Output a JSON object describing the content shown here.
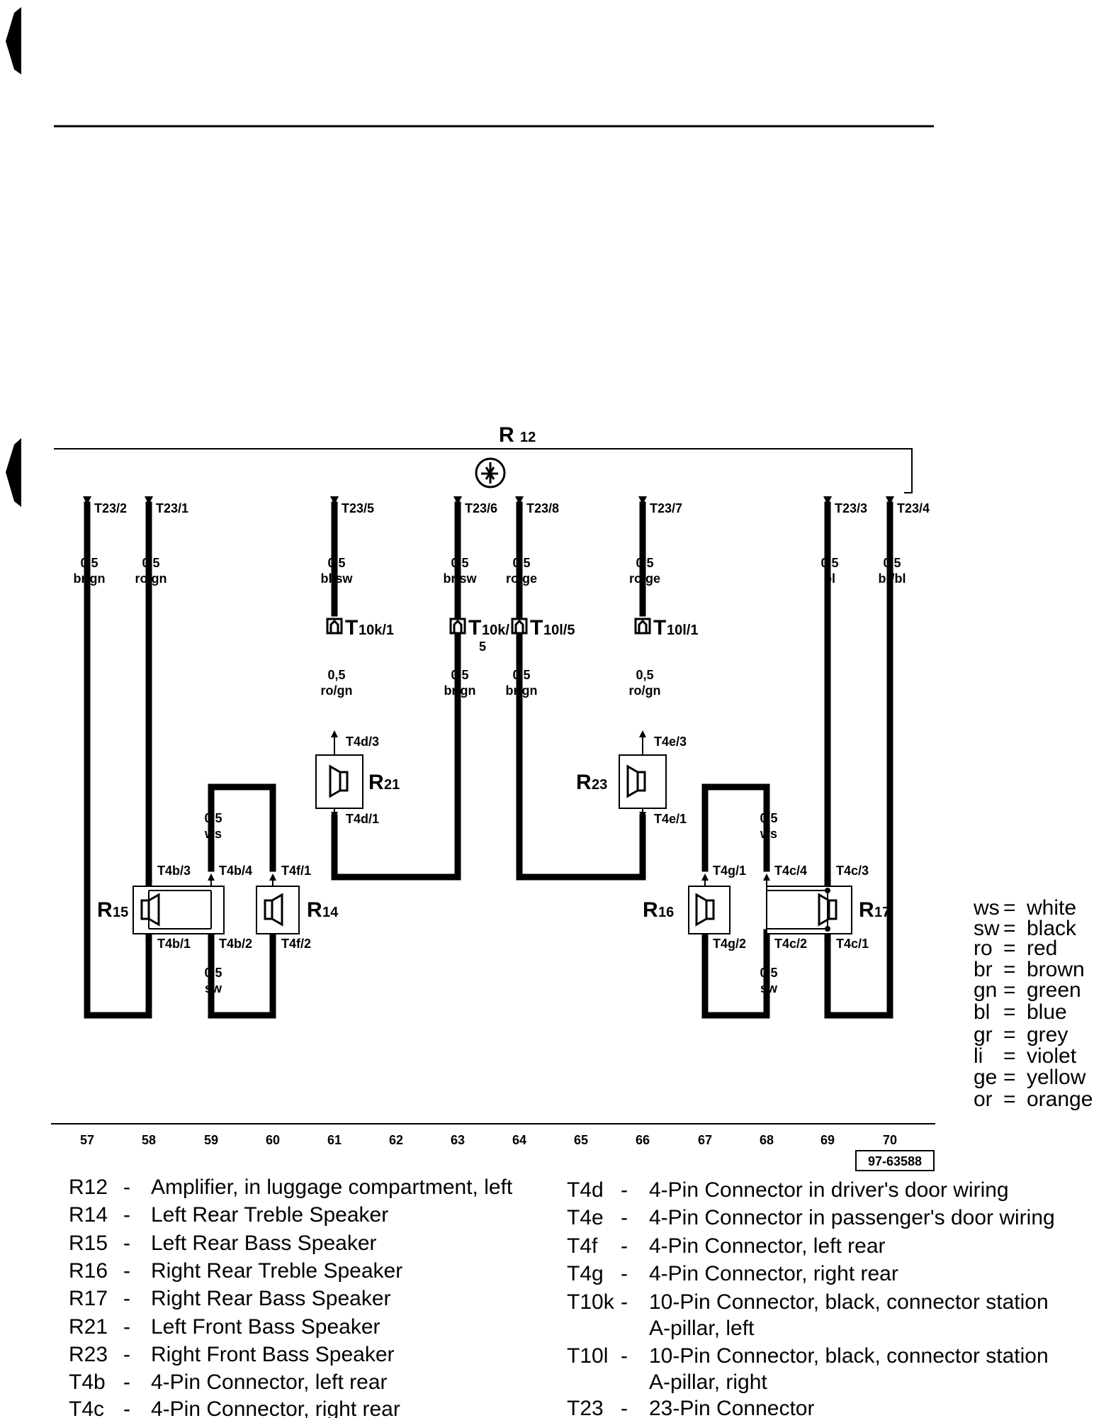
{
  "amplifier": {
    "letter": "R",
    "sub": "12"
  },
  "pins": {
    "t23_2": "T23/2",
    "t23_1": "T23/1",
    "t23_5": "T23/5",
    "t23_6": "T23/6",
    "t23_8": "T23/8",
    "t23_7": "T23/7",
    "t23_3": "T23/3",
    "t23_4": "T23/4",
    "t4d_3": "T4d/3",
    "t4d_1": "T4d/1",
    "t4e_3": "T4e/3",
    "t4e_1": "T4e/1",
    "t4b_3": "T4b/3",
    "t4b_4": "T4b/4",
    "t4b_1": "T4b/1",
    "t4b_2": "T4b/2",
    "t4f_1": "T4f/1",
    "t4f_2": "T4f/2",
    "t4g_1": "T4g/1",
    "t4g_2": "T4g/2",
    "t4c_4": "T4c/4",
    "t4c_3": "T4c/3",
    "t4c_2": "T4c/2",
    "t4c_1": "T4c/1"
  },
  "connectors": {
    "t10k_1": {
      "big": "T",
      "small": "10k/1"
    },
    "t10k_5": {
      "big": "T",
      "small": "10k/",
      "small2": "5"
    },
    "t10l_5": {
      "big": "T",
      "small": "10l/5"
    },
    "t10l_1": {
      "big": "T",
      "small": "10l/1"
    }
  },
  "wires": {
    "size": "0,5",
    "c57_top": "br/gn",
    "c58_top": "ro/gn",
    "c61_top": "bl/sw",
    "c63_top": "br/sw",
    "c64_top": "ro/ge",
    "c66_top": "ro/ge",
    "c69_top": "bl",
    "c70_top": "br/bl",
    "c61_mid": "ro/gn",
    "c63_mid": "br/gn",
    "c64_mid": "br/gn",
    "c66_mid": "ro/gn",
    "ws": "ws",
    "sw": "sw"
  },
  "speakers": {
    "r21": {
      "letter": "R",
      "sub": "21"
    },
    "r23": {
      "letter": "R",
      "sub": "23"
    },
    "r15": {
      "letter": "R",
      "sub": "15"
    },
    "r14": {
      "letter": "R",
      "sub": "14"
    },
    "r16": {
      "letter": "R",
      "sub": "16"
    },
    "r17": {
      "letter": "R",
      "sub": "17"
    }
  },
  "color_legend": [
    {
      "code": "ws",
      "name": "white"
    },
    {
      "code": "sw",
      "name": "black"
    },
    {
      "code": "ro",
      "name": "red"
    },
    {
      "code": "br",
      "name": "brown"
    },
    {
      "code": "gn",
      "name": "green"
    },
    {
      "code": "bl",
      "name": "blue"
    },
    {
      "code": "gr",
      "name": "grey"
    },
    {
      "code": "li",
      "name": "violet"
    },
    {
      "code": "ge",
      "name": "yellow"
    },
    {
      "code": "or",
      "name": "orange"
    }
  ],
  "current_tracks": [
    "57",
    "58",
    "59",
    "60",
    "61",
    "62",
    "63",
    "64",
    "65",
    "66",
    "67",
    "68",
    "69",
    "70"
  ],
  "figure_id": "97-63588",
  "legend_left": [
    {
      "code": "R12",
      "desc": "Amplifier, in luggage compartment, left"
    },
    {
      "code": "R14",
      "desc": "Left Rear Treble Speaker"
    },
    {
      "code": "R15",
      "desc": "Left Rear Bass Speaker"
    },
    {
      "code": "R16",
      "desc": "Right Rear Treble Speaker"
    },
    {
      "code": "R17",
      "desc": "Right Rear Bass Speaker"
    },
    {
      "code": "R21",
      "desc": "Left Front Bass Speaker"
    },
    {
      "code": "R23",
      "desc": "Right Front Bass Speaker"
    },
    {
      "code": "T4b",
      "desc": "4-Pin Connector, left rear"
    },
    {
      "code": "T4c",
      "desc": "4-Pin Connector, right rear"
    }
  ],
  "legend_right": [
    {
      "code": "T4d",
      "desc": "4-Pin Connector in driver's door wiring",
      "desc2": ""
    },
    {
      "code": "T4e",
      "desc": "4-Pin Connector in passenger's door wiring",
      "desc2": ""
    },
    {
      "code": "T4f",
      "desc": "4-Pin Connector, left rear",
      "desc2": ""
    },
    {
      "code": "T4g",
      "desc": "4-Pin Connector, right rear",
      "desc2": ""
    },
    {
      "code": "T10k",
      "desc": "10-Pin Connector, black, connector station",
      "desc2": "A-pillar, left"
    },
    {
      "code": "T10l",
      "desc": "10-Pin Connector, black, connector station",
      "desc2": "A-pillar, right"
    },
    {
      "code": "T23",
      "desc": "23-Pin Connector",
      "desc2": ""
    }
  ],
  "legend_dash": "-",
  "legend_eq": "="
}
